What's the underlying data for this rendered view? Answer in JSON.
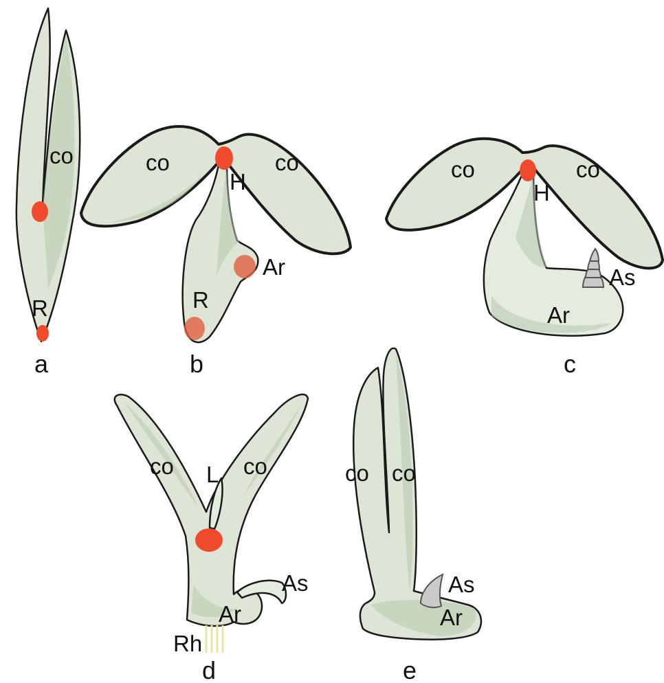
{
  "panels": {
    "a": {
      "label": "a",
      "co": "co",
      "r": "R"
    },
    "b": {
      "label": "b",
      "co_left": "co",
      "co_right": "co",
      "h": "H",
      "ar": "Ar",
      "r": "R"
    },
    "c": {
      "label": "c",
      "co_left": "co",
      "co_right": "co",
      "h": "H",
      "as": "As",
      "ar": "Ar"
    },
    "d": {
      "label": "d",
      "co_left": "co",
      "co_right": "co",
      "l": "L",
      "as": "As",
      "ar": "Ar",
      "rh": "Rh"
    },
    "e": {
      "label": "e",
      "co_left": "co",
      "co_right": "co",
      "as": "As",
      "ar": "Ar"
    }
  },
  "colors": {
    "tissue": "#dde6d6",
    "marker": "#f04a2c",
    "outline": "#1a1a1a"
  }
}
